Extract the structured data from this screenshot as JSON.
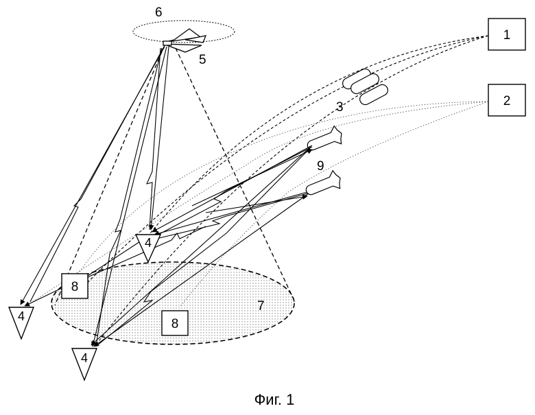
{
  "labels": {
    "box_1": "1",
    "box_2": "2",
    "label_3": "3",
    "label_4": "4",
    "label_5": "5",
    "label_6": "6",
    "label_7": "7",
    "box_8": "8",
    "label_9": "9"
  },
  "caption": "Фиг. 1"
}
